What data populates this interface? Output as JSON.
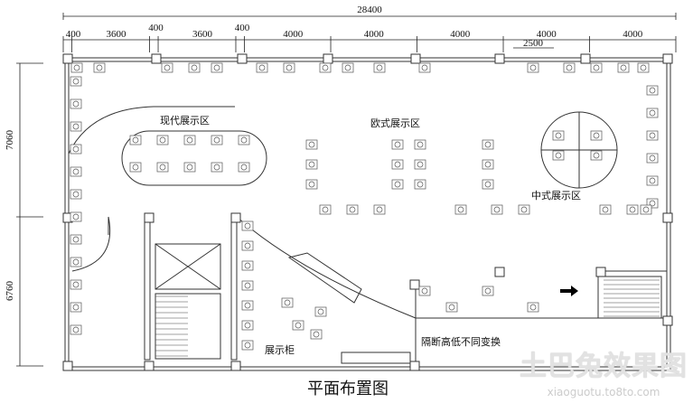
{
  "dimensions": {
    "total_width": "28400",
    "segments": [
      "400",
      "3600",
      "400",
      "3600",
      "400",
      "4000",
      "4000",
      "4000",
      "4000",
      "4000"
    ],
    "sub_dim": "2500",
    "left_upper": "7060",
    "left_lower": "6760"
  },
  "labels": {
    "modern_zone": "现代展示区",
    "european_zone": "欧式展示区",
    "chinese_zone": "中式展示区",
    "display_cabinet": "展示柜",
    "partition_note": "隔断高低不同变换"
  },
  "title": "平面布置图",
  "watermark": {
    "brand": "土巴兔效果图",
    "url": "xiaoguotu.to8to.com"
  }
}
